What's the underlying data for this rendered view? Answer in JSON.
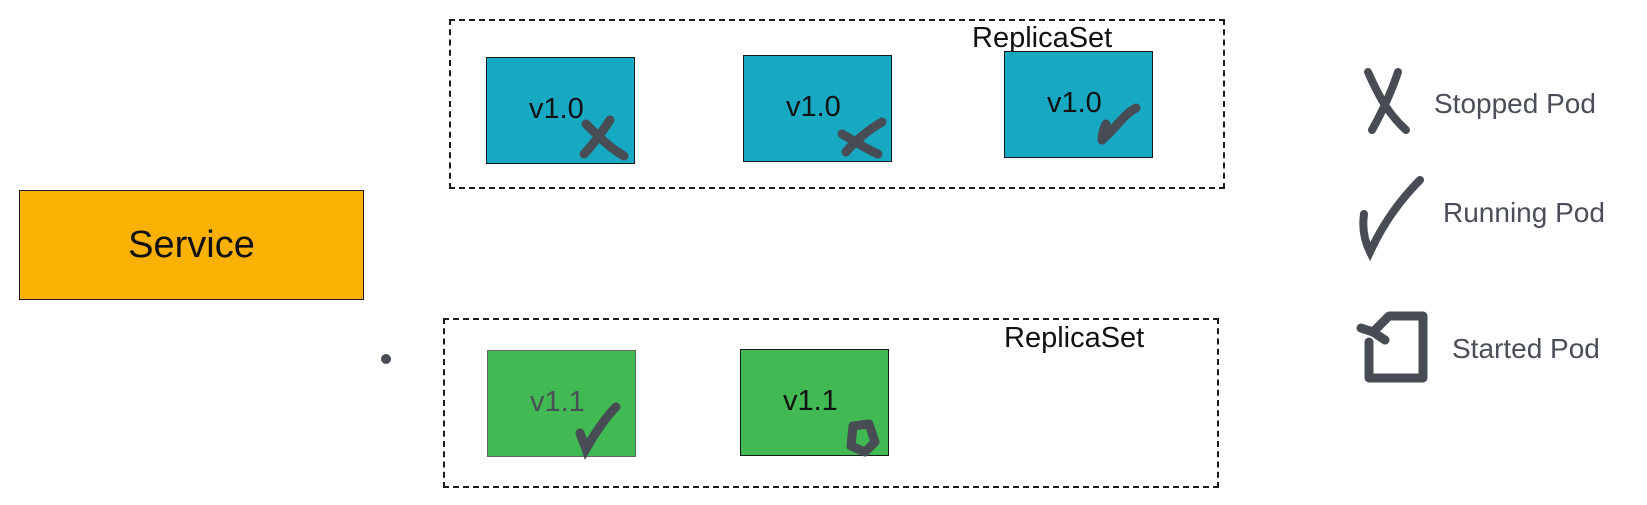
{
  "service": {
    "label": "Service"
  },
  "replicasets": [
    {
      "label": "ReplicaSet",
      "pods": [
        {
          "version": "v1.0",
          "status": "stopped"
        },
        {
          "version": "v1.0",
          "status": "stopped"
        },
        {
          "version": "v1.0",
          "status": "running"
        }
      ]
    },
    {
      "label": "ReplicaSet",
      "pods": [
        {
          "version": "v1.1",
          "status": "running"
        },
        {
          "version": "v1.1",
          "status": "started"
        }
      ]
    }
  ],
  "legend": [
    {
      "icon": "x-icon",
      "label": "Stopped Pod"
    },
    {
      "icon": "check-icon",
      "label": "Running Pod"
    },
    {
      "icon": "started-icon",
      "label": "Started Pod"
    }
  ],
  "colors": {
    "service_fill": "#FBB103",
    "old_pod_fill": "#17A9C2",
    "new_pod_fill": "#41BA53",
    "mark": "#474C55",
    "legend_text": "#4A4F57"
  }
}
